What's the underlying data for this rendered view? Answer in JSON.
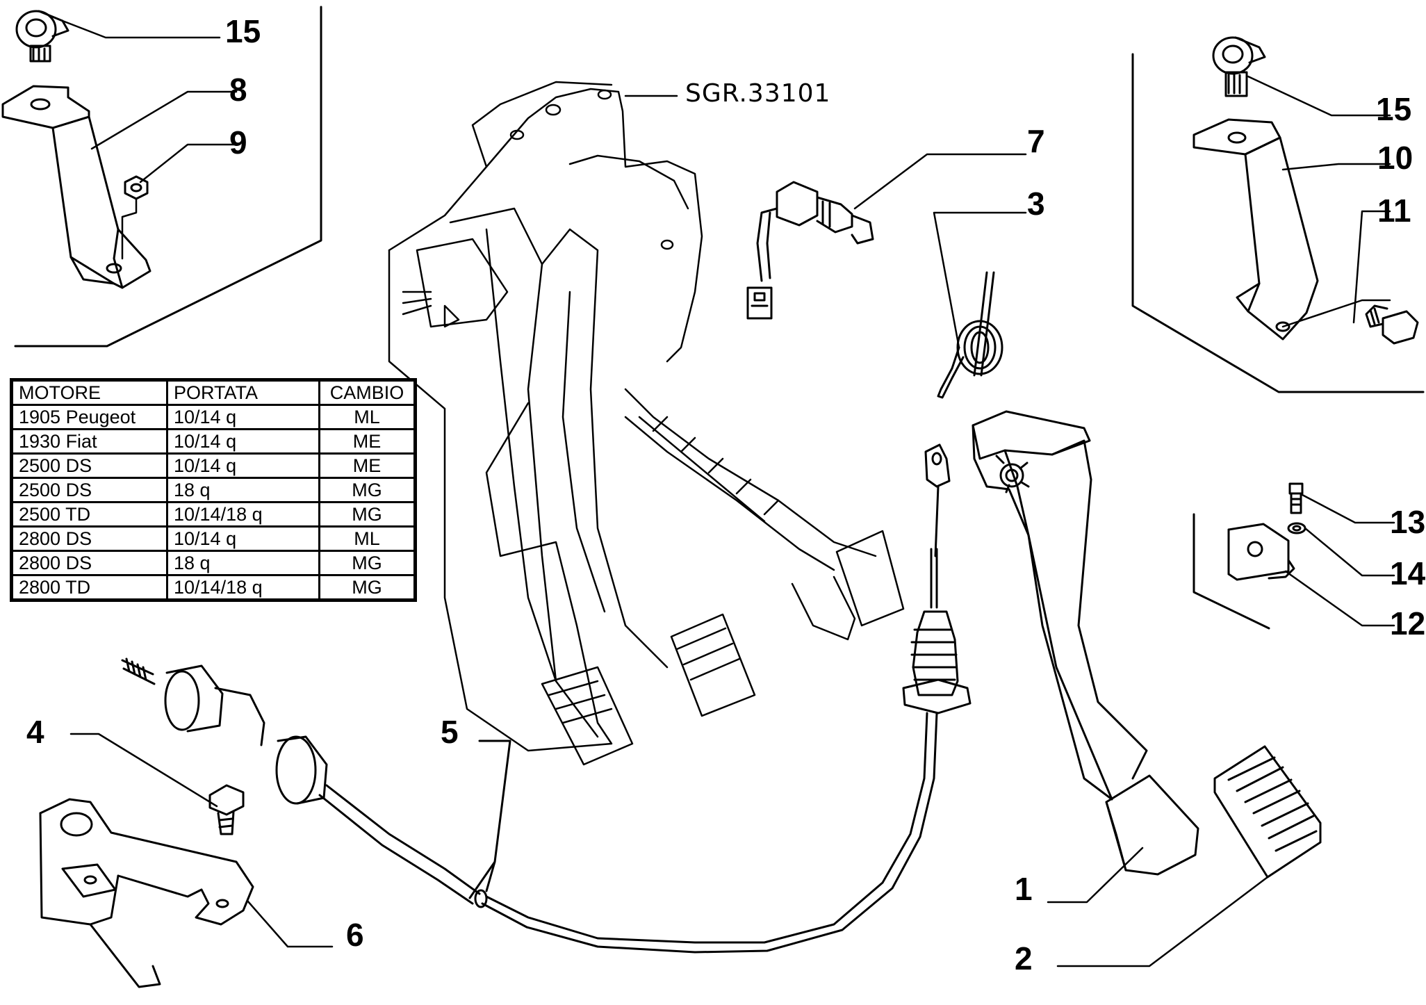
{
  "reference_code": "SGR.33101",
  "callouts": [
    "15",
    "8",
    "9",
    "7",
    "3",
    "15",
    "10",
    "11",
    "13",
    "14",
    "12",
    "1",
    "2",
    "4",
    "5",
    "6"
  ],
  "spec_table": {
    "headers": [
      "MOTORE",
      "PORTATA",
      "CAMBIO"
    ],
    "rows": [
      [
        "1905 Peugeot",
        "10/14 q",
        "ML"
      ],
      [
        "1930 Fiat",
        "10/14 q",
        "ME"
      ],
      [
        "2500 DS",
        "10/14 q",
        "ME"
      ],
      [
        "2500 DS",
        "18 q",
        "MG"
      ],
      [
        "2500 TD",
        "10/14/18 q",
        "MG"
      ],
      [
        "2800 DS",
        "10/14 q",
        "ML"
      ],
      [
        "2800 DS",
        "18 q",
        "MG"
      ],
      [
        "2800 TD",
        "10/14/18 q",
        "MG"
      ]
    ]
  }
}
